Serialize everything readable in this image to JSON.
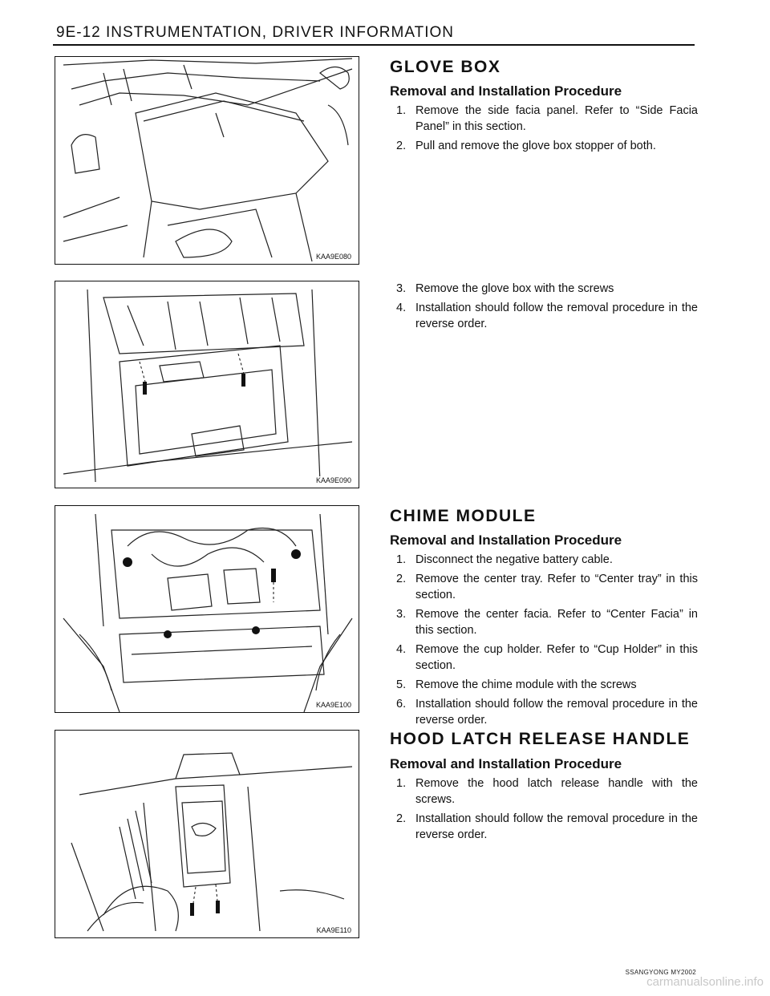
{
  "header": {
    "title": "9E-12  INSTRUMENTATION, DRIVER INFORMATION"
  },
  "figures": [
    {
      "label": "KAA9E080",
      "icon": "glove-box-stopper-removal-illustration"
    },
    {
      "label": "KAA9E090",
      "icon": "glove-box-screws-illustration"
    },
    {
      "label": "KAA9E100",
      "icon": "chime-module-illustration"
    },
    {
      "label": "KAA9E110",
      "icon": "hood-latch-release-handle-illustration"
    }
  ],
  "sections": {
    "glove_box": {
      "title": "GLOVE  BOX",
      "subtitle": "Removal and Installation Procedure",
      "steps_a": [
        {
          "num": "1.",
          "text": "Remove the side facia panel. Refer to “Side Facia Panel” in this section."
        },
        {
          "num": "2.",
          "text": "Pull and remove the glove box stopper of both."
        }
      ],
      "steps_b": [
        {
          "num": "3.",
          "text": "Remove the glove box with the screws"
        },
        {
          "num": "4.",
          "text": "Installation should follow the removal procedure in the reverse order."
        }
      ]
    },
    "chime_module": {
      "title": "CHIME  MODULE",
      "subtitle": "Removal and Installation Procedure",
      "steps": [
        {
          "num": "1.",
          "text": "Disconnect the negative battery cable."
        },
        {
          "num": "2.",
          "text": "Remove the center tray. Refer to “Center tray” in this section."
        },
        {
          "num": "3.",
          "text": "Remove the center facia. Refer to “Center Facia” in this section."
        },
        {
          "num": "4.",
          "text": "Remove the cup holder. Refer to “Cup Holder” in this section."
        },
        {
          "num": "5.",
          "text": "Remove the chime module with the screws"
        },
        {
          "num": "6.",
          "text": "Installation should follow the removal procedure in the reverse order."
        }
      ]
    },
    "hood_latch": {
      "title": "HOOD  LATCH  RELEASE  HANDLE",
      "subtitle": "Removal and Installation Procedure",
      "steps": [
        {
          "num": "1.",
          "text": "Remove the hood latch release handle with the screws."
        },
        {
          "num": "2.",
          "text": "Installation should follow the removal procedure in the reverse order."
        }
      ]
    }
  },
  "footer": {
    "text": "SSANGYONG  MY2002"
  },
  "watermark": {
    "text": "carmanualsonline.info"
  }
}
